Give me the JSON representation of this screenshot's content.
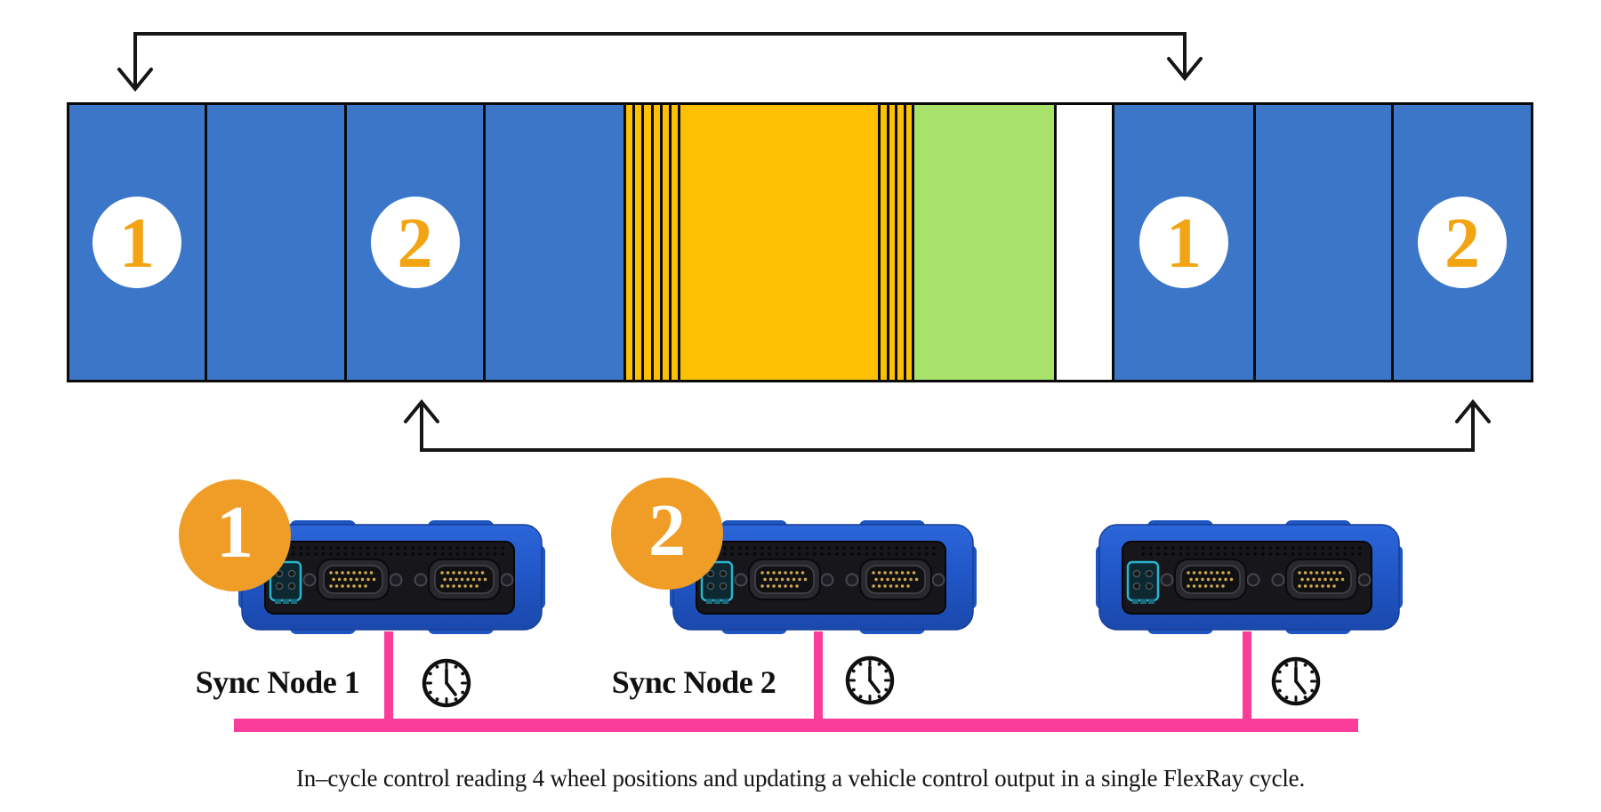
{
  "colors": {
    "slot_blue": "#3b76c8",
    "segment_orange": "#fdc002",
    "segment_green": "#a8e26a",
    "white_gap": "#ffffff",
    "outline_black": "#0a0a0a",
    "slot_number_orange": "#f2a413",
    "badge_orange": "#ef9d26",
    "bus_pink": "#fa3c9b",
    "device_blue": "#2159c9"
  },
  "cycle_bar": {
    "slots": [
      {
        "color": "blue",
        "label": "1"
      },
      {
        "color": "blue",
        "label": ""
      },
      {
        "color": "blue",
        "label": "2"
      },
      {
        "color": "blue",
        "label": ""
      },
      {
        "color": "orange-striped",
        "label": ""
      },
      {
        "color": "orange",
        "label": ""
      },
      {
        "color": "orange-striped",
        "label": ""
      },
      {
        "color": "green",
        "label": ""
      },
      {
        "color": "white",
        "label": ""
      },
      {
        "color": "blue",
        "label": "1"
      },
      {
        "color": "blue",
        "label": ""
      },
      {
        "color": "blue",
        "label": "2"
      }
    ]
  },
  "arrows": {
    "top_wrap": "down-arrows linking first blue slot of each group",
    "bottom_wrap": "up-arrows linking third blue slot of each group"
  },
  "nodes": [
    {
      "badge": "1",
      "label": "Sync Node 1",
      "icon": "clock-icon"
    },
    {
      "badge": "2",
      "label": "Sync Node 2",
      "icon": "clock-icon"
    },
    {
      "badge": "",
      "label": "",
      "icon": "clock-icon"
    }
  ],
  "caption": "In–cycle control reading 4 wheel positions and updating a vehicle control output in a single FlexRay cycle."
}
